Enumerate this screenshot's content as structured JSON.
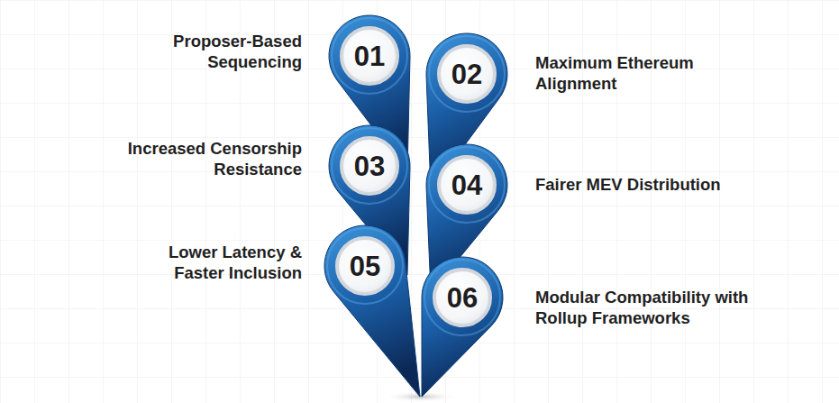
{
  "diagram": {
    "nodes": [
      {
        "text": [
          "01",
          "Proposer-Based Sequencing"
        ]
      },
      {
        "text": [
          "02",
          "Maximum Ethereum Alignment"
        ]
      },
      {
        "text": [
          "03",
          "Increased Censorship Resistance"
        ]
      },
      {
        "text": [
          "04",
          "Fairer MEV Distribution"
        ]
      },
      {
        "text": [
          "05",
          "Lower Latency & Faster Inclusion"
        ]
      },
      {
        "text": [
          "06",
          "Modular Compatibility with Rollup Frameworks"
        ]
      }
    ]
  }
}
